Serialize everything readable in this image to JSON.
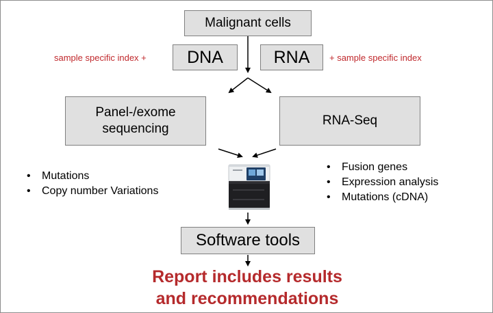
{
  "boxes": {
    "malignant": "Malignant cells",
    "dna": "DNA",
    "rna": "RNA",
    "panel_line1": "Panel-/exome",
    "panel_line2": "sequencing",
    "rnaseq": "RNA-Seq",
    "software": "Software tools"
  },
  "notes": {
    "left": "sample specific index +",
    "right": "+ sample specific index"
  },
  "bullets_left": [
    "Mutations",
    "Copy number Variations"
  ],
  "bullets_right": [
    "Fusion genes",
    "Expression analysis",
    "Mutations (cDNA)"
  ],
  "report": {
    "line1": "Report includes results",
    "line2": "and recommendations"
  },
  "colors": {
    "box_fill": "#e0e0e0",
    "accent_red": "#c0282c"
  },
  "icons": [
    "sequencer-instrument-icon"
  ]
}
